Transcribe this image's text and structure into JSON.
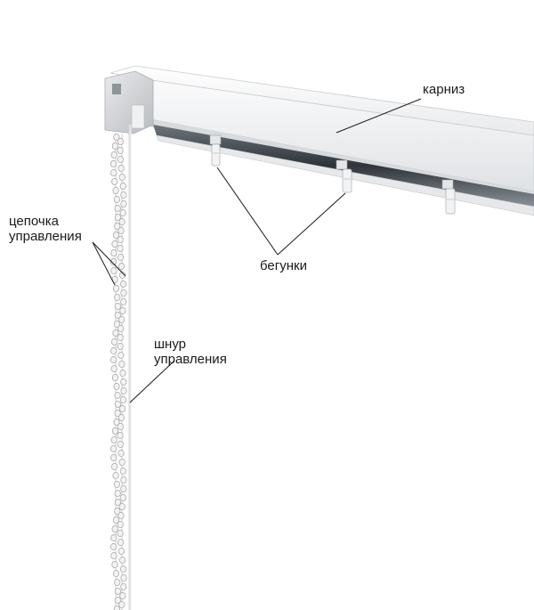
{
  "labels": {
    "rail": "карниз",
    "runners": "бегунки",
    "chain_line1": "цепочка",
    "chain_line2": "управления",
    "cord_line1": "шнур",
    "cord_line2": "управления"
  },
  "colors": {
    "rail_face": "#f4f5f6",
    "rail_shadow": "#c9ccd0",
    "track_dark": "#3a3f45",
    "leader_line": "#1a1a1a",
    "chain": "#e4e4e4"
  }
}
